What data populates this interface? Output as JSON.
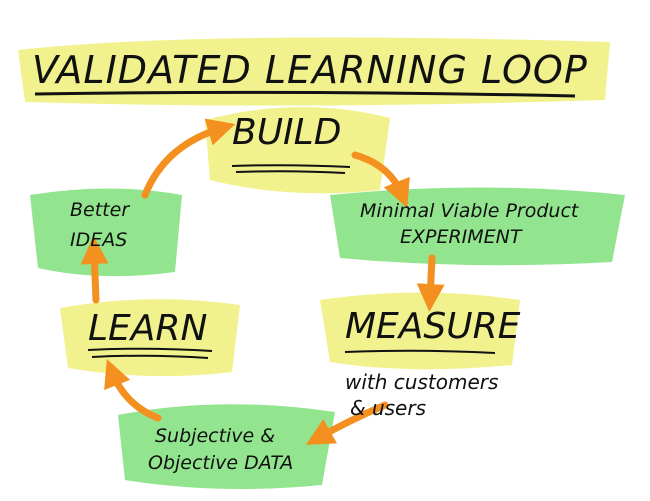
{
  "title": "VALIDATED LEARNING LOOP",
  "nodes": {
    "build": "BUILD",
    "mvp_line1": "Minimal Viable Product",
    "mvp_line2": "EXPERIMENT",
    "measure": "MEASURE",
    "measure_note_line1": "with customers",
    "measure_note_line2": "& users",
    "data_line1": "Subjective &",
    "data_line2": "Objective DATA",
    "learn": "LEARN",
    "ideas_line1": "Better",
    "ideas_line2": "IDEAS"
  },
  "colors": {
    "yellow_highlight": "#eef07a",
    "green_highlight": "#7fe07a",
    "arrow": "#f39020",
    "ink": "#111111"
  }
}
